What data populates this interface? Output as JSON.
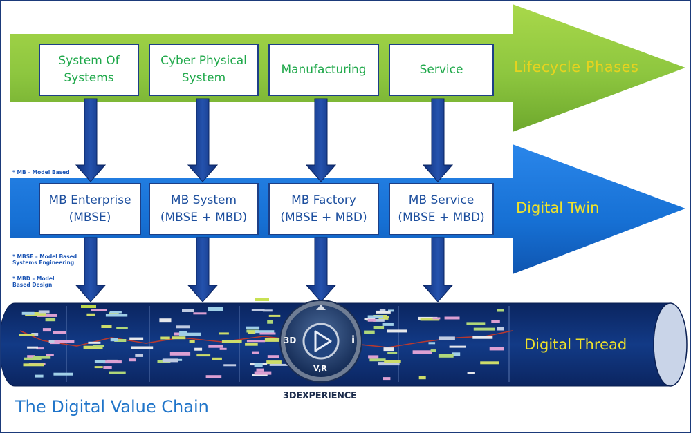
{
  "diagram": {
    "lifecycle": {
      "label": "Lifecycle Phases",
      "boxes": [
        [
          "System Of",
          "Systems"
        ],
        [
          "Cyber Physical",
          "System"
        ],
        [
          "Manufacturing"
        ],
        [
          "Service"
        ]
      ]
    },
    "twin": {
      "label": "Digital Twin",
      "boxes": [
        [
          "MB Enterprise",
          "(MBSE)"
        ],
        [
          "MB System",
          "(MBSE + MBD)"
        ],
        [
          "MB Factory",
          "(MBSE + MBD)"
        ],
        [
          "MB Service",
          "(MBSE + MBD)"
        ]
      ]
    },
    "thread": {
      "label": "Digital Thread"
    },
    "logo": {
      "left": "3D",
      "right": "i",
      "bottom": "V,R",
      "wordmark": "3DEXPERIENCE"
    },
    "footer": "The Digital Value Chain",
    "notes": {
      "mb": "* MB – Model Based",
      "mbse": [
        "* MBSE – Model Based",
        "Systems Engineering"
      ],
      "mbd": [
        "* MBD – Model",
        "Based Design"
      ]
    },
    "colors": {
      "green": "#8cc63f",
      "blue": "#1a6ed8",
      "navy": "#0c2a6b",
      "arrow": "#163d91",
      "label_yellow": "#e6d31f"
    }
  }
}
